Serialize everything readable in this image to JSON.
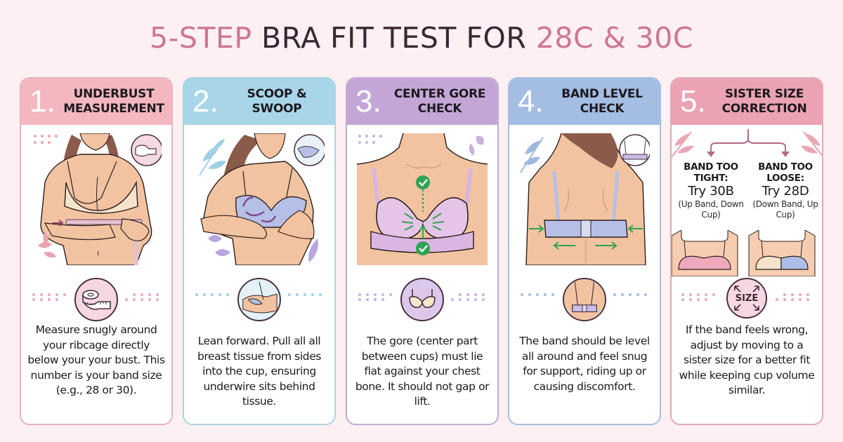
{
  "title": {
    "part1": "5-STEP",
    "part2": " BRA FIT TEST FOR ",
    "part3": "28C & 30C"
  },
  "colors": {
    "background": "#fcf0f2",
    "title_accent": "#cc7790",
    "title_dark": "#3a2634",
    "step1": "#f4b7bf",
    "step2": "#a8d6e8",
    "step3": "#c4a6d6",
    "step4": "#a3bde3",
    "step5": "#eba3b3",
    "check_green": "#2fa354"
  },
  "steps": [
    {
      "number": "1.",
      "title": "UNDERBUST MEASUREMENT",
      "illustration": "woman-measuring-underbust-with-tape",
      "corner_icon": "tape-measure-icon",
      "badge_icon": "tape-measure-icon",
      "description": "Measure snugly around your ribcage directly below your your bust. This number is your band size (e.g., 28 or 30)."
    },
    {
      "number": "2.",
      "title": "SCOOP & SWOOP",
      "illustration": "woman-leaning-scooping-breast-tissue",
      "corner_icon": "scoop-closeup-icon",
      "badge_icon": "scoop-closeup-icon",
      "description": "Lean forward. Pull all all breast tissue from sides into the cup, ensuring underwire sits behind tissue."
    },
    {
      "number": "3.",
      "title": "CENTER GORE CHECK",
      "illustration": "bra-front-center-gore-with-checkmarks",
      "corner_icon": "leaf-icon",
      "badge_icon": "bra-icon",
      "description": "The gore (center part between cups) must lie flat against your chest bone. It should not gap or lift."
    },
    {
      "number": "4.",
      "title": "BAND LEVEL CHECK",
      "illustration": "back-view-band-level-arrows",
      "corner_icon": "bra-back-closeup-icon",
      "badge_icon": "bra-back-closeup-icon",
      "description": "The band should be level all around and feel snug for support, riding up or causing discomfort."
    },
    {
      "number": "5.",
      "title": "SISTER SIZE CORRECTION",
      "badge_icon": "size-expand-icon",
      "badge_label": "SIZE",
      "options": [
        {
          "heading": "BAND TOO TIGHT:",
          "suggestion": "Try 30B",
          "note": "(Up Band, Down Cup)"
        },
        {
          "heading": "BAND TOO LOOSE:",
          "suggestion": "Try 28D",
          "note": "(Down Band, Up Cup)"
        }
      ],
      "description": "If the band feels wrong, adjust by moving to a sister size for a better fit while keeping cup volume similar."
    }
  ]
}
